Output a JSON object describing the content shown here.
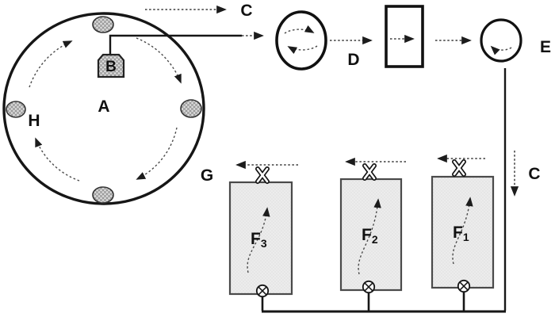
{
  "diagram": {
    "type": "process-flow-schematic",
    "background": "#ffffff",
    "colors": {
      "ink": "#111111",
      "dashed_flow": "#3d3d3d",
      "hatch_fill": "#dcdcdc",
      "hatch_line": "#8f8f8f",
      "unit_fill": "#ececec",
      "unit_dot": "#cfcfcf",
      "unit_border": "#4a4a4a"
    },
    "labels": {
      "vessel_a": "A",
      "feeder_b": "B",
      "stream_c_top": "C",
      "stream_c_recycle": "C",
      "pump_d": "D",
      "pump_e": "E",
      "vessel_g": "G",
      "port_h": "H"
    },
    "units": [
      {
        "base": "F",
        "sub": "3"
      },
      {
        "base": "F",
        "sub": "2"
      },
      {
        "base": "F",
        "sub": "1"
      }
    ]
  }
}
